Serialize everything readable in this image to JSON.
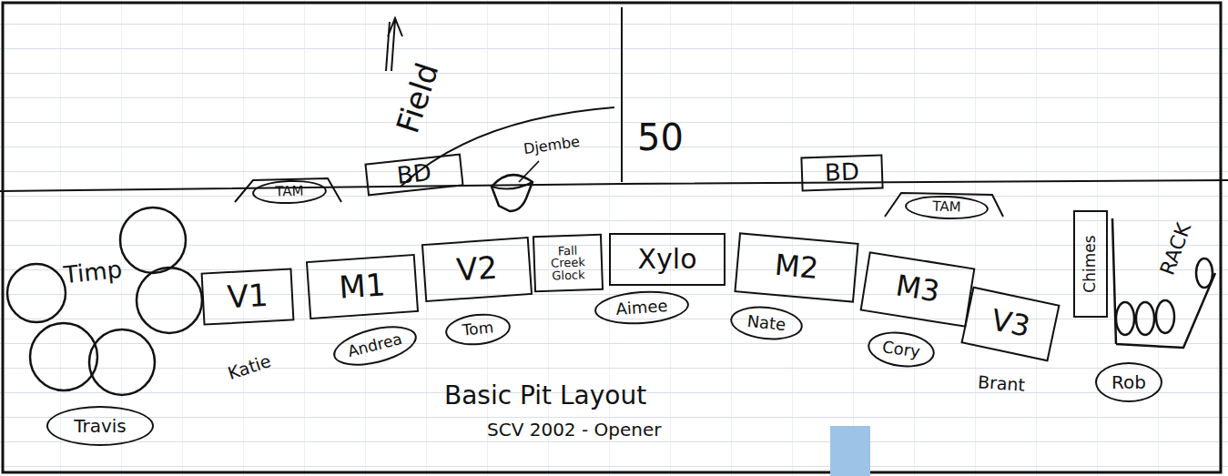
{
  "diagram": {
    "title": "Basic Pit Layout",
    "caption": "SCV 2002 - Opener",
    "nodes": [
      {
        "text": [
          "TAM"
        ]
      },
      {
        "text": [
          "BD"
        ]
      },
      {
        "text": [
          "BD"
        ]
      },
      {
        "text": [
          "TAM"
        ]
      },
      {
        "text": [
          "V1"
        ]
      },
      {
        "text": [
          "M1"
        ]
      },
      {
        "text": [
          "V2"
        ]
      },
      {
        "text": [
          "Fall Creek Glock"
        ]
      },
      {
        "text": [
          "Xylo"
        ]
      },
      {
        "text": [
          "M2"
        ]
      },
      {
        "text": [
          "M3"
        ]
      },
      {
        "text": [
          "V3"
        ]
      },
      {
        "text": [
          "Chimes"
        ]
      },
      {
        "text": [
          "Travis"
        ]
      },
      {
        "text": [
          "Andrea"
        ]
      },
      {
        "text": [
          "Tom"
        ]
      },
      {
        "text": [
          "Aimee"
        ]
      },
      {
        "text": [
          "Nate"
        ]
      },
      {
        "text": [
          "Cory"
        ]
      },
      {
        "text": [
          "Rob"
        ]
      }
    ],
    "labels": [
      "Field",
      "Djembe",
      "50",
      "Timp",
      "RACK",
      "Katie",
      "Brant"
    ]
  }
}
